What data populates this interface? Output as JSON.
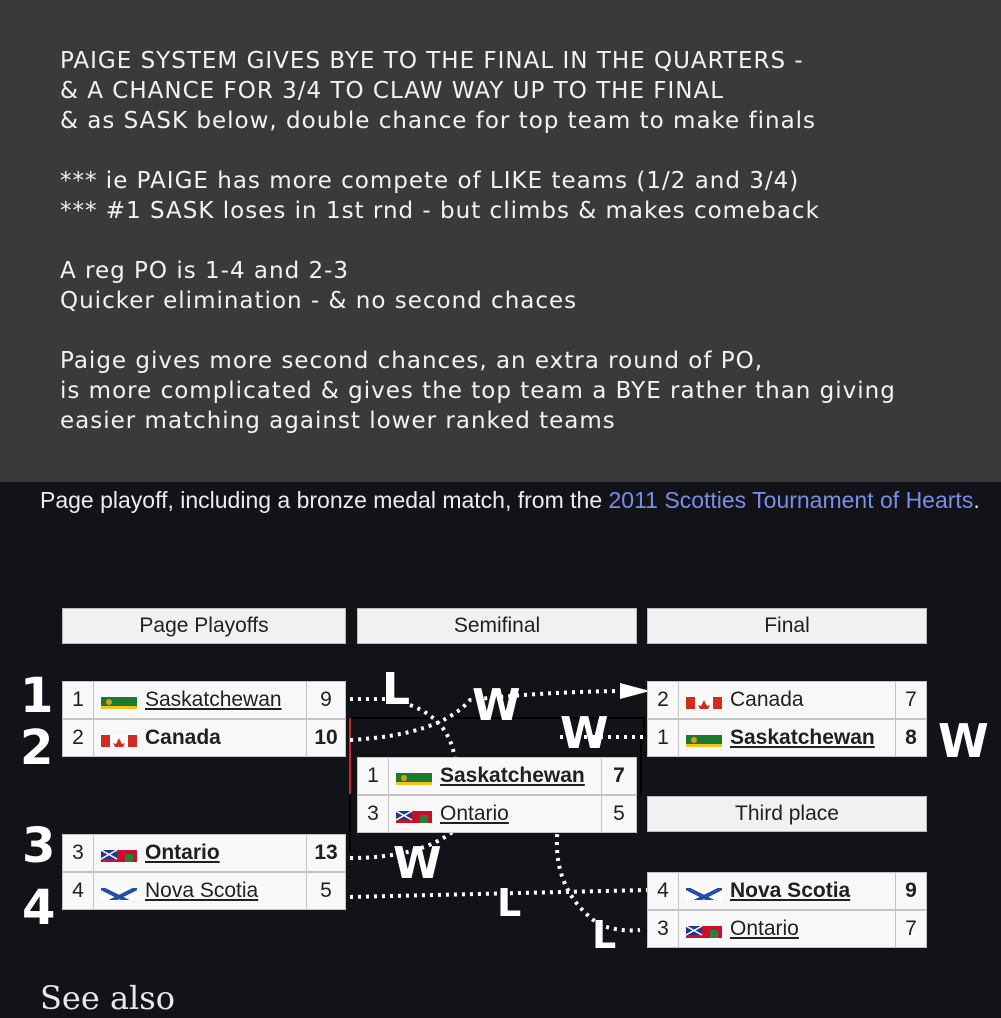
{
  "note": {
    "lines": [
      "PAIGE SYSTEM GIVES BYE TO THE FINAL IN THE QUARTERS -",
      "& A CHANCE FOR 3/4 TO CLAW WAY UP TO THE FINAL",
      "& as SASK below, double chance for top team to make finals",
      "*** ie PAIGE has more compete of LIKE teams (1/2 and 3/4)",
      "*** #1 SASK loses in 1st rnd - but climbs & makes comeback",
      "A reg PO is 1-4 and 2-3",
      "Quicker elimination - & no second chaces",
      "Paige gives more second chances, an extra round of PO,",
      "is more complicated & gives the top team a BYE rather than giving",
      "easier matching against lower ranked teams"
    ]
  },
  "caption": {
    "prefix": "Page playoff, including a bronze medal match, from the ",
    "link": "2011 Scotties Tournament of Hearts",
    "suffix": "."
  },
  "headers": {
    "page_playoffs": "Page Playoffs",
    "semifinal": "Semifinal",
    "final": "Final",
    "third_place": "Third place"
  },
  "page_playoffs": {
    "game1": [
      {
        "seed": "1",
        "team": "Saskatchewan",
        "score": "9",
        "winner": false
      },
      {
        "seed": "2",
        "team": "Canada",
        "score": "10",
        "winner": true
      }
    ],
    "game2": [
      {
        "seed": "3",
        "team": "Ontario",
        "score": "13",
        "winner": true
      },
      {
        "seed": "4",
        "team": "Nova Scotia",
        "score": "5",
        "winner": false
      }
    ]
  },
  "semifinal": [
    {
      "seed": "1",
      "team": "Saskatchewan",
      "score": "7",
      "winner": true
    },
    {
      "seed": "3",
      "team": "Ontario",
      "score": "5",
      "winner": false
    }
  ],
  "final": [
    {
      "seed": "2",
      "team": "Canada",
      "score": "7",
      "winner": false
    },
    {
      "seed": "1",
      "team": "Saskatchewan",
      "score": "8",
      "winner": true
    }
  ],
  "third_place": [
    {
      "seed": "4",
      "team": "Nova Scotia",
      "score": "9",
      "winner": true
    },
    {
      "seed": "3",
      "team": "Ontario",
      "score": "7",
      "winner": false
    }
  ],
  "annotations": {
    "rank_1": "1",
    "rank_2": "2",
    "rank_3": "3",
    "rank_4": "4",
    "result_a": "L",
    "result_b": "W",
    "result_c": "W",
    "result_d": "W",
    "result_e": "W",
    "result_f": "L",
    "result_g": "L"
  },
  "see_also": "See also",
  "colors": {
    "note_background": "#3a3a3a",
    "page_background": "#121319",
    "link": "#7b8ee6",
    "annotation": "#ffffff"
  }
}
